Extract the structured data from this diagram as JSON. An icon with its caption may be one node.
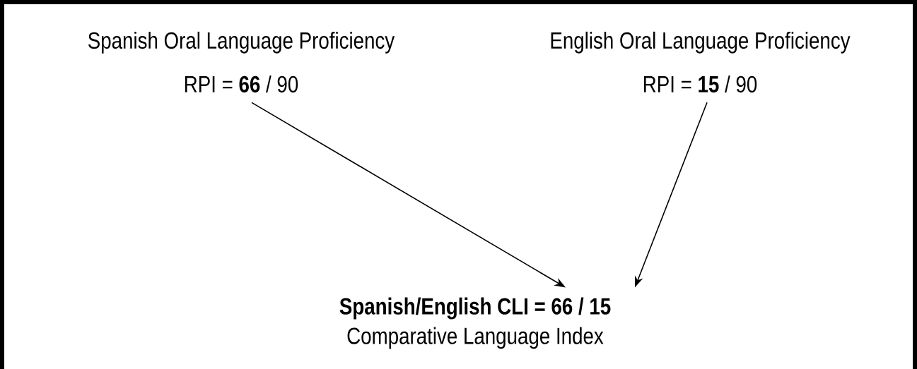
{
  "diagram": {
    "nodes": [
      {
        "text": [
          "Spanish Oral Language Proficiency",
          "RPI = **66** / 90"
        ]
      },
      {
        "text": [
          "English Oral Language Proficiency",
          "RPI = **15** / 90"
        ]
      },
      {
        "text": [
          "Spanish/English CLI = 66 / 15",
          "Comparative Language Index"
        ]
      }
    ],
    "edges": [
      {
        "from": 0,
        "to": 2,
        "arrow": "to"
      },
      {
        "from": 1,
        "to": 2,
        "arrow": "to"
      }
    ]
  }
}
